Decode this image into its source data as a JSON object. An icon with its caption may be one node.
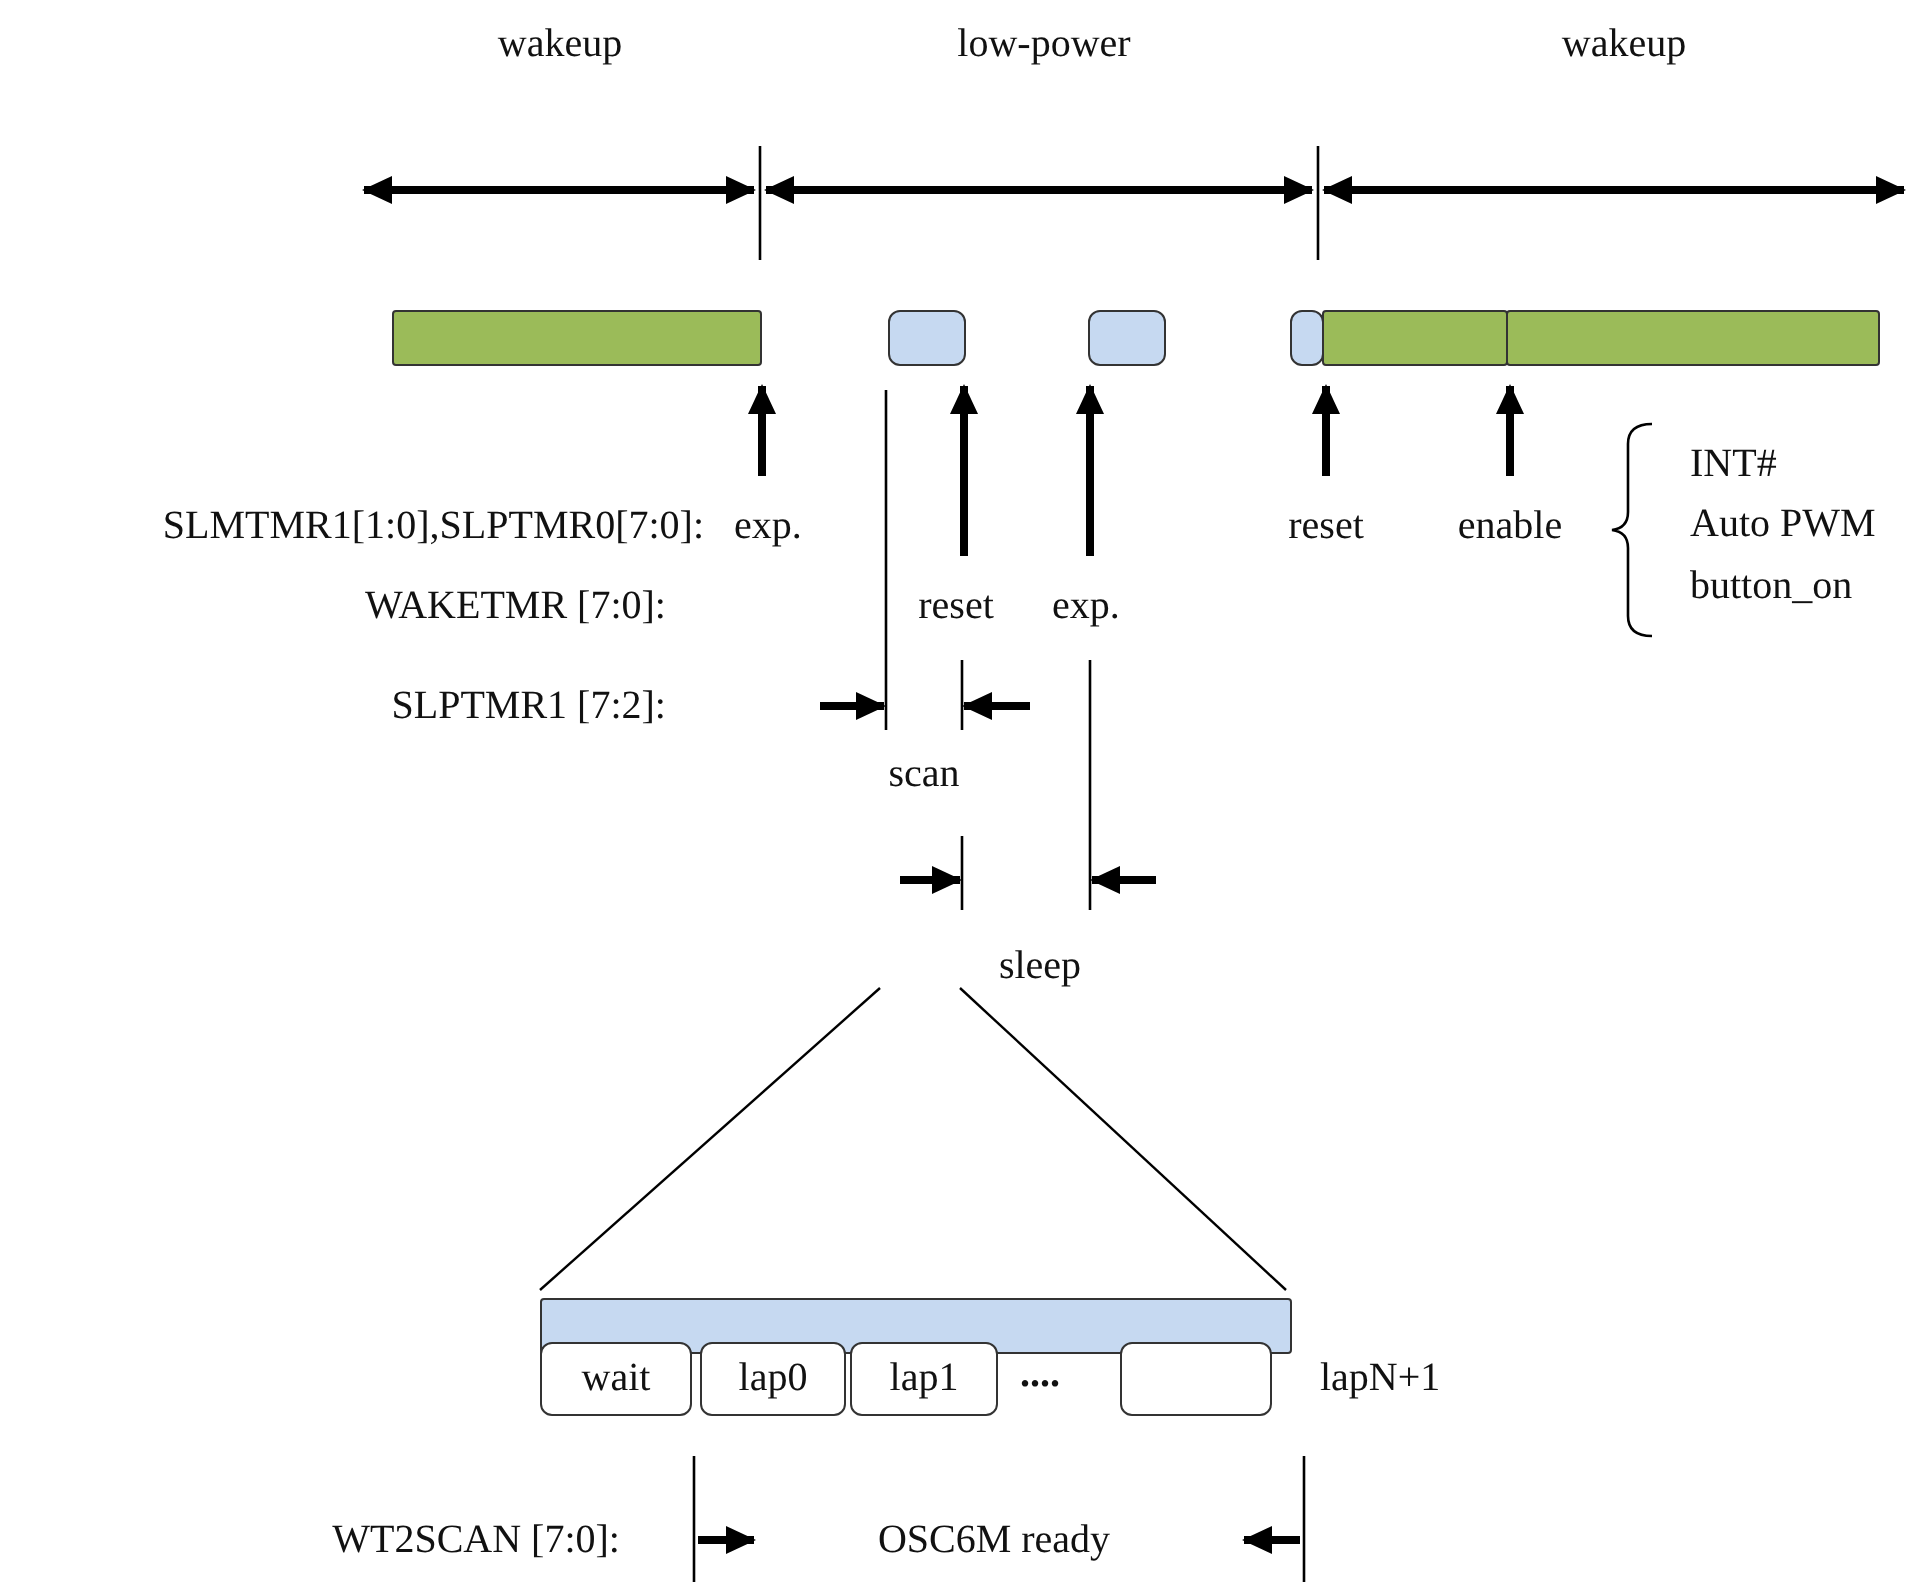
{
  "diagram": {
    "nodes": [
      {
        "text": [],
        "shape": "bar"
      },
      {
        "text": [],
        "shape": "box"
      },
      {
        "text": [],
        "shape": "box"
      },
      {
        "text": [],
        "shape": "box"
      },
      {
        "text": [],
        "shape": "bar"
      },
      {
        "text": [],
        "shape": "bar"
      },
      {
        "text": [
          "exp."
        ]
      },
      {
        "text": [
          "reset"
        ]
      },
      {
        "text": [
          "exp."
        ]
      },
      {
        "text": [
          "reset"
        ]
      },
      {
        "text": [
          "enable"
        ]
      },
      {
        "text": [],
        "shape": "bar"
      },
      {
        "text": [
          "wait"
        ]
      },
      {
        "text": [
          "lap0"
        ]
      },
      {
        "text": [
          "lap1"
        ]
      },
      {
        "text": [],
        "shape": "box",
        "beside": [
          "lapN+1"
        ]
      }
    ],
    "edges": [
      {
        "from": 6,
        "to": 0,
        "arrow": "to"
      },
      {
        "from": 7,
        "to": 1,
        "arrow": "to"
      },
      {
        "from": 8,
        "to": 2,
        "arrow": "to"
      },
      {
        "from": 9,
        "to": 3,
        "arrow": "to"
      },
      {
        "from": 10,
        "to": 5,
        "arrow": "to"
      }
    ],
    "labels": [
      "wakeup",
      "low-power",
      "wakeup",
      "SLMTMR1[1:0],SLPTMR0[7:0]:",
      "INT#",
      "Auto PWM",
      "button_on",
      "WAKETMR [7:0]:",
      "SLPTMR1 [7:2]:",
      "scan",
      "sleep",
      "....",
      "WT2SCAN [7:0]:",
      "OSC6M ready"
    ]
  }
}
